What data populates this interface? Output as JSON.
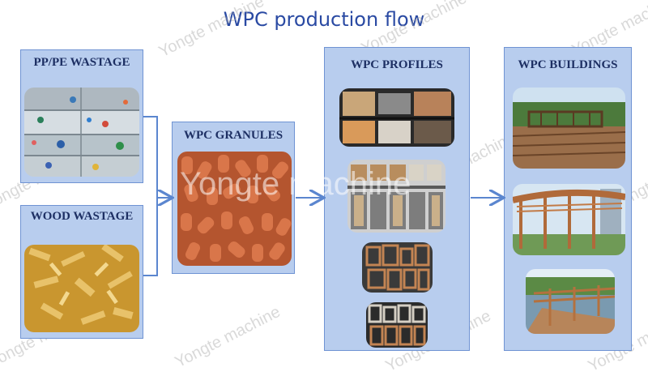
{
  "title": "WPC production flow",
  "watermark": "Yongte machine",
  "boxes": {
    "pp_pe": {
      "label": "PP/PE WASTAGE"
    },
    "wood": {
      "label": "WOOD WASTAGE"
    },
    "granules": {
      "label": "WPC GRANULES"
    },
    "profiles": {
      "label": "WPC PROFILES"
    },
    "buildings": {
      "label": "WPC BUILDINGS"
    }
  },
  "colors": {
    "box_fill": "#b8cdee",
    "box_border": "#6f93d3",
    "connector": "#5b86cf",
    "title": "#2a4aa3"
  }
}
